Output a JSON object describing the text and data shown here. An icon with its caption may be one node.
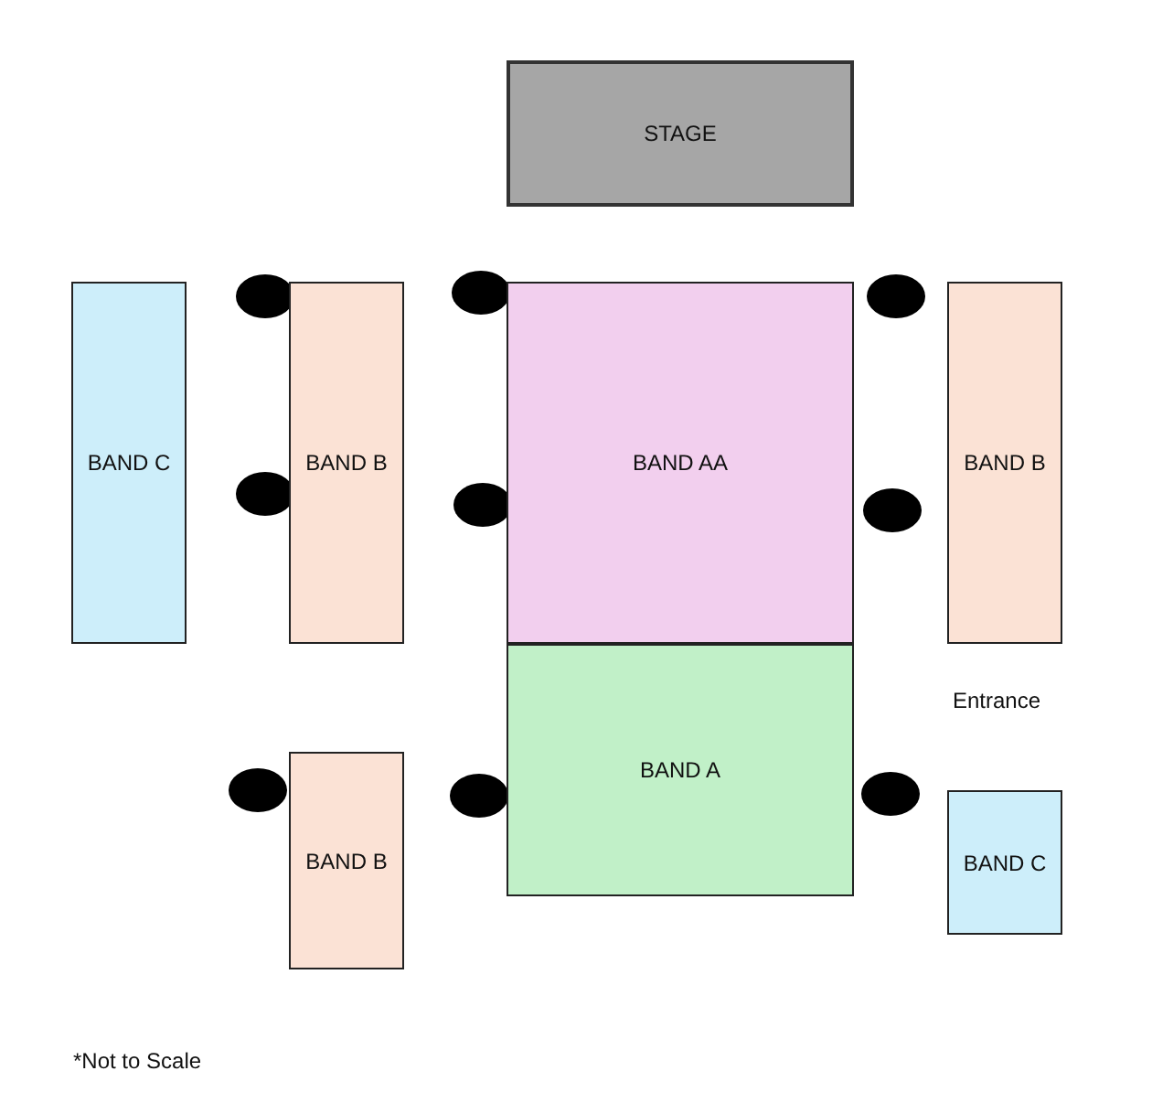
{
  "diagram": {
    "nodes": [
      {
        "text": [
          "STAGE"
        ]
      },
      {
        "text": [
          "BAND C"
        ]
      },
      {
        "text": [
          "BAND B"
        ]
      },
      {
        "text": [
          "BAND AA"
        ]
      },
      {
        "text": [
          "BAND B"
        ]
      },
      {
        "text": [
          "BAND A"
        ]
      },
      {
        "text": [
          "BAND B"
        ]
      },
      {
        "text": [
          "BAND C"
        ]
      }
    ],
    "labels": [
      "Entrance",
      "*Not to Scale"
    ]
  }
}
